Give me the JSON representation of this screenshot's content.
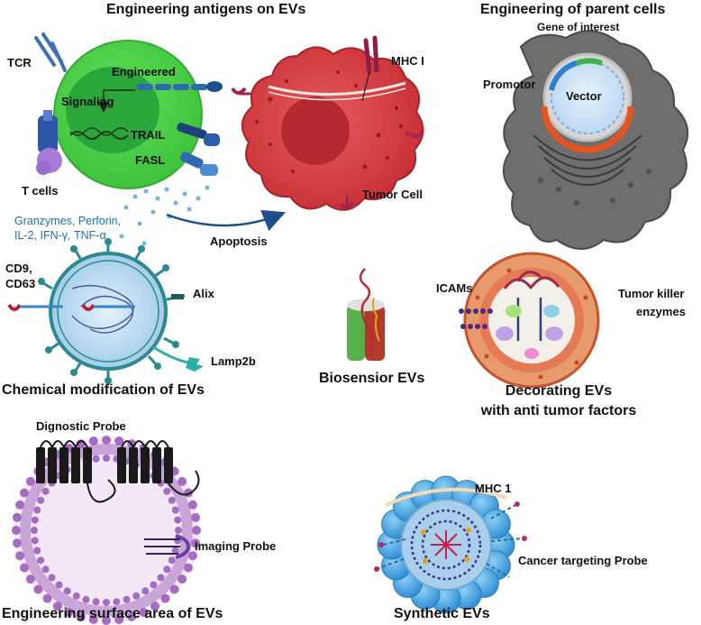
{
  "titles": {
    "engineering_antigens": "Engineering antigens on EVs",
    "engineering_parent_cells": "Engineering of parent cells",
    "chemical_modification": "Chemical modification of EVs",
    "biosensor": "Biosensior EVs",
    "decorating_line1": "Decorating EVs",
    "decorating_line2": "with anti tumor factors",
    "engineering_surface": "Engineering surface area of EVs",
    "synthetic": "Synthetic EVs"
  },
  "tcell_panel": {
    "tcr": "TCR",
    "engineered": "Engineered",
    "signaling": "Signaling",
    "trail": "TRAIL",
    "fasl": "FASL",
    "t_cells": "T cells",
    "cytokines_line1": "Granzymes, Perforin,",
    "cytokines_line2": "IL-2, IFN-γ, TNF-α",
    "apoptosis": "Apoptosis",
    "mhc": "MHC I",
    "tumor_cell": "Tumor Cell"
  },
  "parent_cell_panel": {
    "gene_of_interest": "Gene of interest",
    "promotor": "Promotor",
    "vector": "Vector"
  },
  "chemical_panel": {
    "cd9_line1": "CD9,",
    "cd9_line2": "CD63",
    "alix": "Alix",
    "lamp2b": "Lamp2b"
  },
  "decorating_panel": {
    "icams": "ICAMs",
    "tumor_killer_line1": "Tumor killer",
    "tumor_killer_line2": "enzymes"
  },
  "surface_panel": {
    "diagnostic_probe": "Dignostic Probe",
    "imaging_probe": "Imaging Probe"
  },
  "synthetic_panel": {
    "mhc1": "MHC 1",
    "cancer_probe": "Cancer targeting Probe"
  },
  "colors": {
    "tcell_green": "#4fd14a",
    "tcell_nucleus": "#2aa63a",
    "tumor_red": "#d9383d",
    "tumor_dark": "#b0232a",
    "parent_gray": "#6f6f6f",
    "vector_blue": "#cfe3f7",
    "ev_teal": "#2b8a8f",
    "decor_orange": "#e2795a",
    "lipid_purple": "#a56cc1",
    "synthetic_blue": "#4aa8e6"
  }
}
